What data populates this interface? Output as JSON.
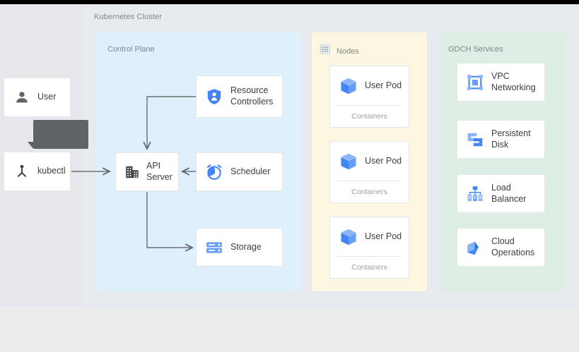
{
  "diagram": {
    "title": "Kubernetes Cluster",
    "colors": {
      "control_plane_bg": "#ddf0fc",
      "nodes_bg": "#fdf6e0",
      "gdch_bg": "#ddeee4",
      "page_bg": "#e8ebee",
      "left_bg": "#e8e7ec",
      "icon_blue": "#4285f4",
      "icon_blue_light": "#8ab4f8",
      "label_gray": "#80868b",
      "text_gray": "#3c4043",
      "tooltip_bg": "#5f6368",
      "connector": "#5f6368"
    }
  },
  "actors": [
    {
      "label": "User",
      "icon": "person-icon"
    },
    {
      "label": "kubectl",
      "icon": "kubectl-icon"
    }
  ],
  "tooltip": {
    "text": "",
    "visible": true
  },
  "panels": {
    "control_plane": {
      "label": "Control Plane",
      "cards": [
        {
          "label": "Resource Controllers",
          "icon": "shield-person-icon"
        },
        {
          "label": "API Server",
          "icon": "api-server-icon"
        },
        {
          "label": "Scheduler",
          "icon": "alarm-clock-icon"
        },
        {
          "label": "Storage",
          "icon": "storage-icon"
        }
      ]
    },
    "nodes": {
      "label": "Nodes",
      "icon": "dotted-grid-icon",
      "pods": [
        {
          "label": "User Pod",
          "icon": "cube-icon",
          "footer": "Containers"
        },
        {
          "label": "User Pod",
          "icon": "cube-icon",
          "footer": "Containers"
        },
        {
          "label": "User Pod",
          "icon": "cube-icon",
          "footer": "Containers"
        }
      ]
    },
    "gdch_services": {
      "label": "GDCH Services",
      "services": [
        {
          "label": "VPC Networking",
          "icon": "vpc-networking-icon"
        },
        {
          "label": "Persistent Disk",
          "icon": "persistent-disk-icon"
        },
        {
          "label": "Load Balancer",
          "icon": "load-balancer-icon"
        },
        {
          "label": "Cloud Operations",
          "icon": "cloud-operations-icon"
        }
      ]
    }
  },
  "connectors": [
    {
      "from": "kubectl",
      "to": "API Server"
    },
    {
      "from": "Resource Controllers",
      "to": "API Server"
    },
    {
      "from": "Scheduler",
      "to": "API Server"
    },
    {
      "from": "API Server",
      "to": "Storage"
    }
  ]
}
